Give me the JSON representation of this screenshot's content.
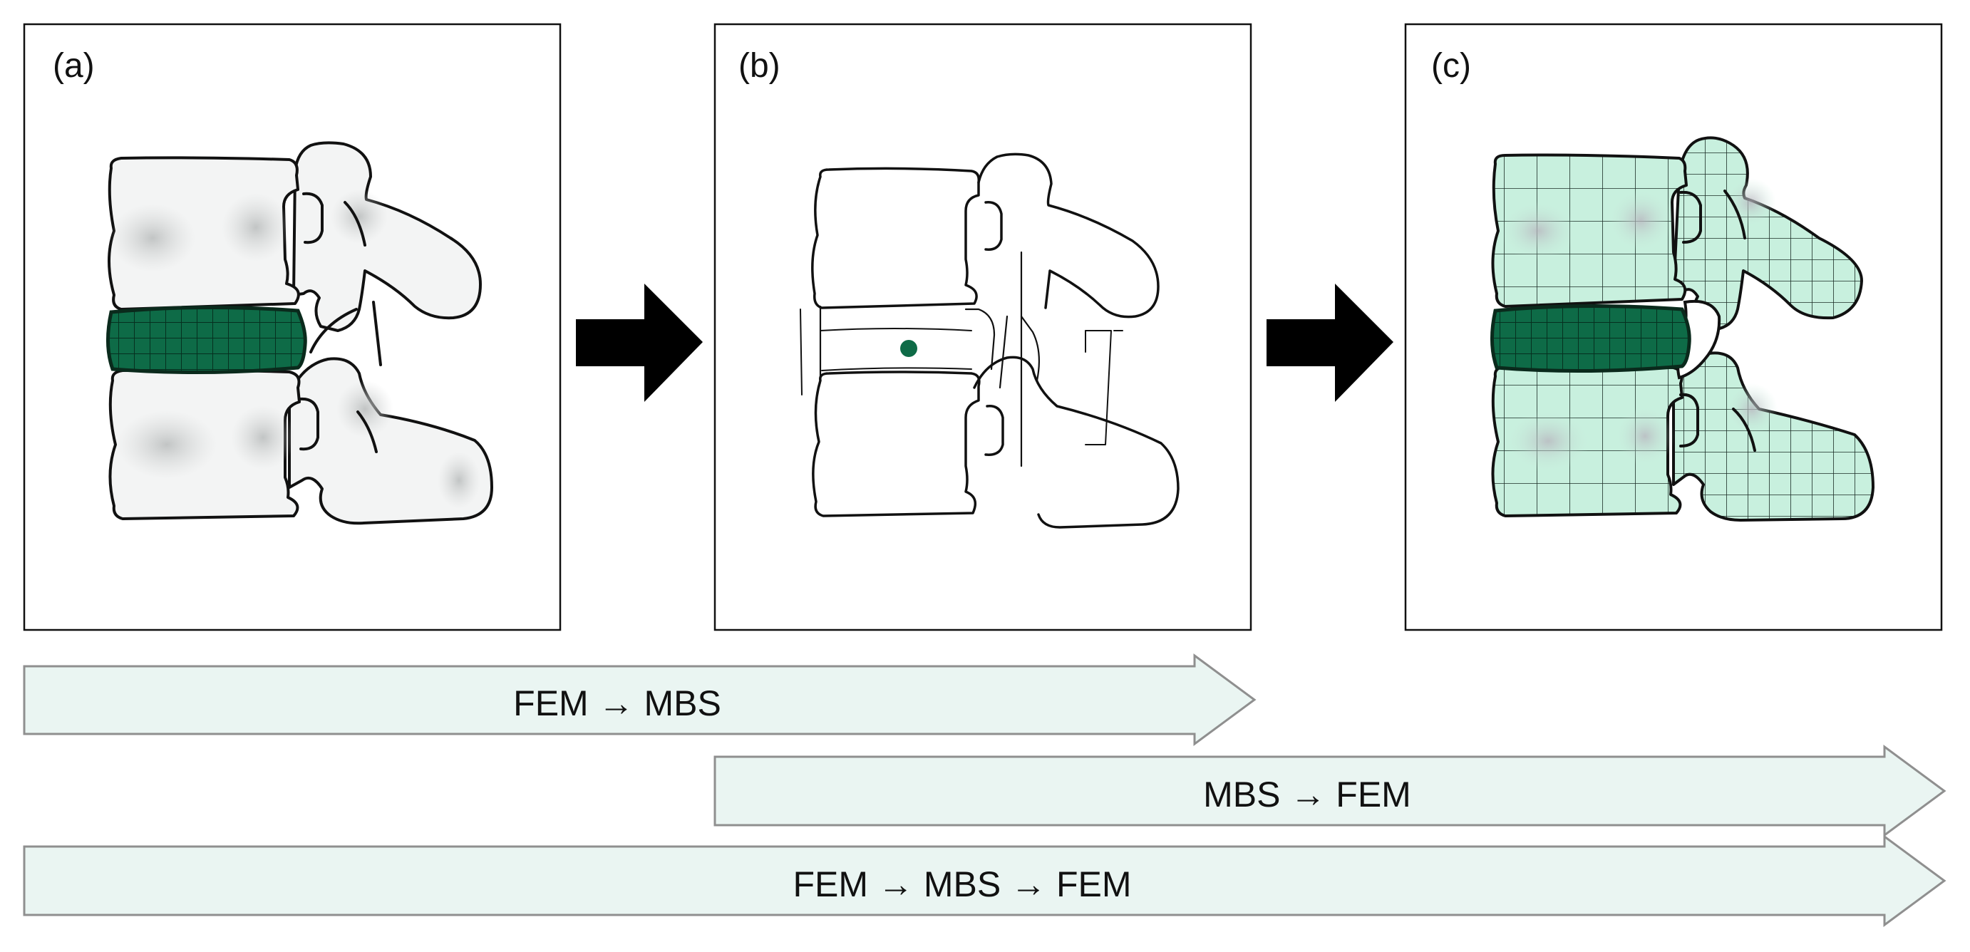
{
  "panels": [
    {
      "label": "(a)"
    },
    {
      "label": "(b)"
    },
    {
      "label": "(c)"
    }
  ],
  "flows": [
    {
      "label": "FEM → MBS"
    },
    {
      "label": "MBS → FEM"
    },
    {
      "label": "FEM → MBS → FEM"
    }
  ],
  "colors": {
    "disc_green": "#0e6b47",
    "mesh_fill": "#c8f0de",
    "flow_fill": "#eaf5f2",
    "flow_stroke": "#8f8f8f",
    "arrow_black": "#000000",
    "bone_fill": "#f3f4f4"
  },
  "icons": {
    "panel_arrows": "arrow-right-icon"
  }
}
